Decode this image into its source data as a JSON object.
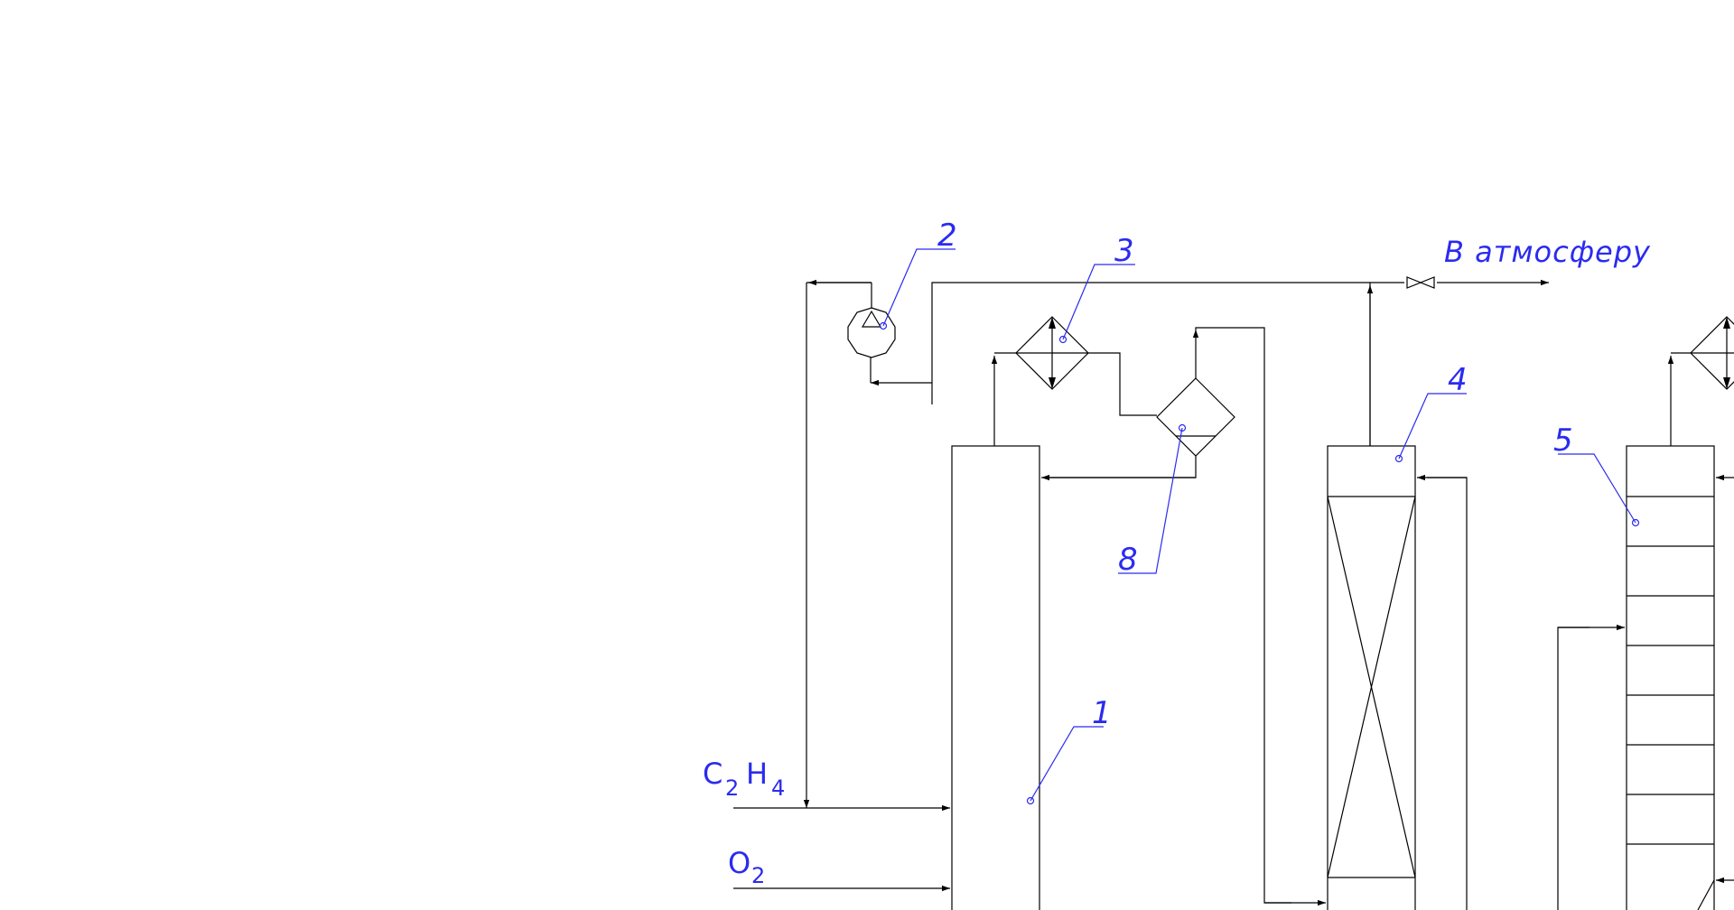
{
  "diagram": {
    "equipment_labels": {
      "reactor": "1",
      "compressor": "2",
      "cooler": "3",
      "absorber": "4",
      "column": "5",
      "separator": "8"
    },
    "vent_label": "В  атмосферу",
    "feeds": {
      "ethylene": {
        "main": "C",
        "sub1": "2",
        "main2": "H",
        "sub2": "4"
      },
      "oxygen": {
        "main": "O",
        "sub": "2"
      }
    }
  },
  "colors": {
    "line": "#000000",
    "label": "#2b2bf0",
    "background": "#ffffff"
  }
}
